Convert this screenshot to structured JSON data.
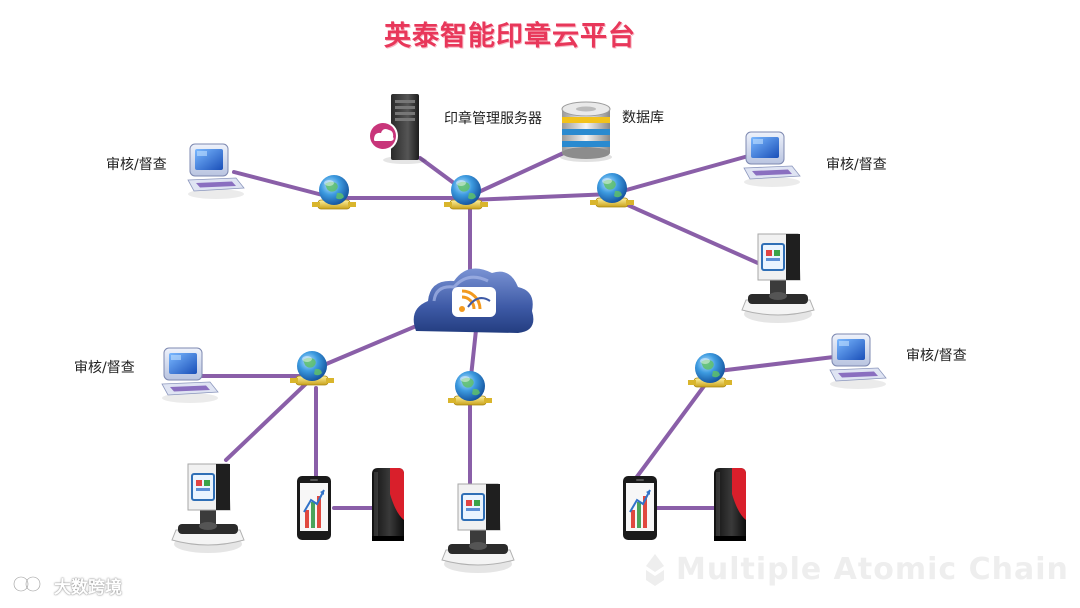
{
  "title": "英泰智能印章云平台",
  "labels": {
    "server": "印章管理服务器",
    "database": "数据库",
    "audit_top_left": "审核/督查",
    "audit_top_right": "审核/督查",
    "audit_mid_left": "审核/督查",
    "audit_mid_right": "审核/督查"
  },
  "watermark": "Multiple Atomic Chain",
  "brand": "大数跨境",
  "colors": {
    "title": "#e8375a",
    "link": "#8a5fa8",
    "globe": "#2f86d4",
    "hub": "#e5c23a",
    "cloud": "#4f6db0"
  },
  "icons": {
    "hub": "network-hub-icon",
    "server": "server-icon",
    "database": "database-icon",
    "cloud": "cloud-icon",
    "computer": "computer-icon",
    "seal_machine": "seal-machine-icon",
    "phone": "smartphone-icon",
    "seal": "portable-seal-icon"
  }
}
